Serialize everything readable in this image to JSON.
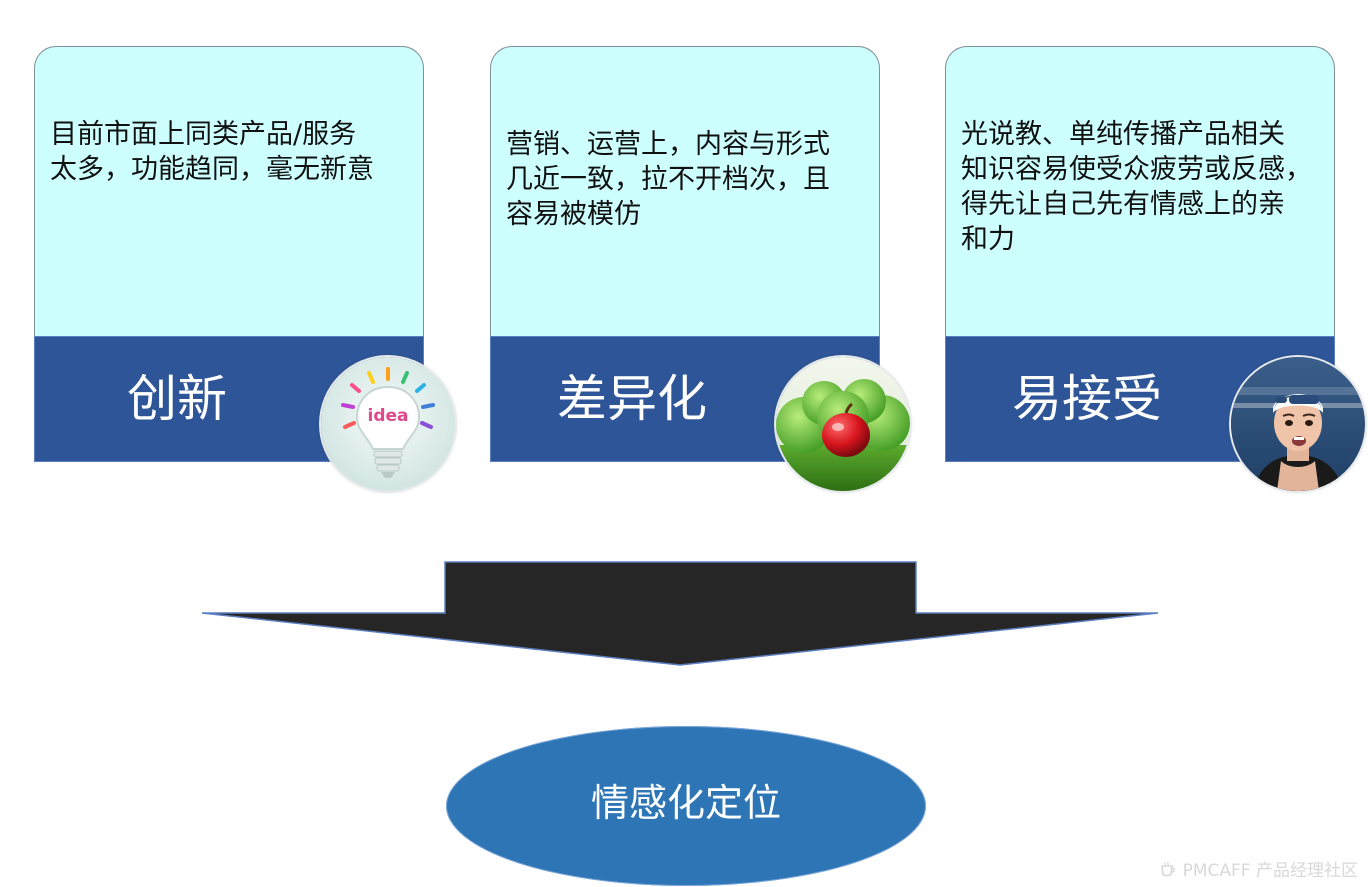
{
  "cards": [
    {
      "description": "目前市面上同类产品/服务\n太多，功能趋同，毫无新意",
      "label": "创新",
      "badge_icon": "lightbulb-idea-icon",
      "badge_text": "idea"
    },
    {
      "description": "营销、运营上，内容与形式\n几近一致，拉不开档次，且\n容易被模仿",
      "label": "差异化",
      "badge_icon": "apples-image",
      "badge_text": ""
    },
    {
      "description": "光说教、单纯传播产品相关\n知识容易使受众疲劳或反感，\n得先让自己先有情感上的亲\n和力",
      "label": "易接受",
      "badge_icon": "swimmer-photo",
      "badge_text": ""
    }
  ],
  "result": {
    "label": "情感化定位"
  },
  "watermark": {
    "text": "PMCAFF 产品经理社区"
  },
  "colors": {
    "card_top_bg": "#ccfffe",
    "card_bottom_bg": "#2e5597",
    "arrow": "#262626",
    "ellipse": "#2e75b6"
  }
}
